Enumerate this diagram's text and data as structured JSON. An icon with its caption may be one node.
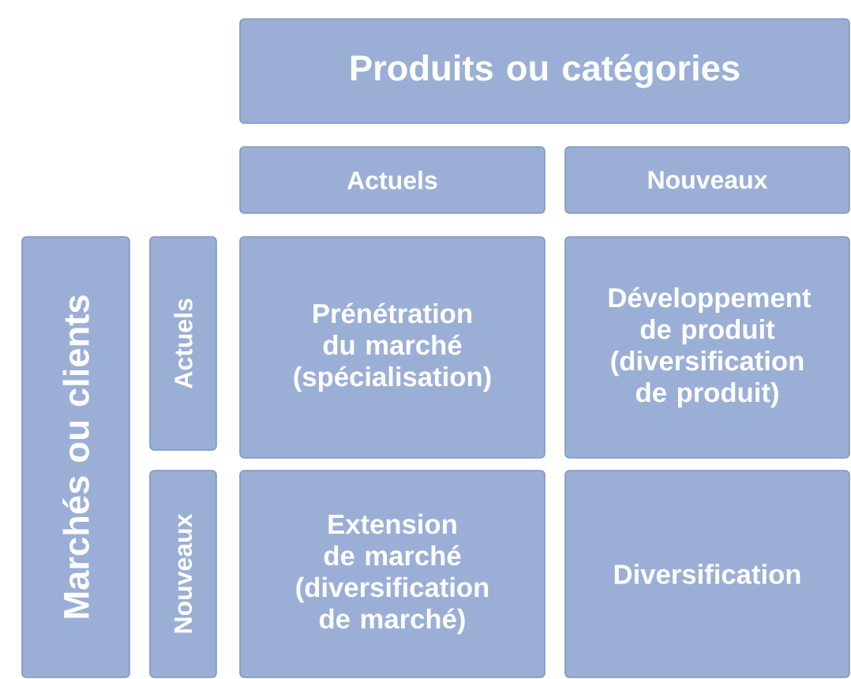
{
  "diagram": {
    "nodes": [
      {
        "text": [
          "Produits ou catégories"
        ]
      },
      {
        "text": [
          "Actuels"
        ]
      },
      {
        "text": [
          "Nouveaux"
        ]
      },
      {
        "text": [
          "Marchés ou clients"
        ]
      },
      {
        "text": [
          "Actuels"
        ]
      },
      {
        "text": [
          "Nouveaux"
        ]
      },
      {
        "text": [
          "Prénétration du marché (spécialisation)"
        ]
      },
      {
        "text": [
          "Développement de produit (diversification de produit)"
        ]
      },
      {
        "text": [
          "Extension de marché (diversification de marché)"
        ]
      },
      {
        "text": [
          "Diversification"
        ]
      }
    ]
  }
}
